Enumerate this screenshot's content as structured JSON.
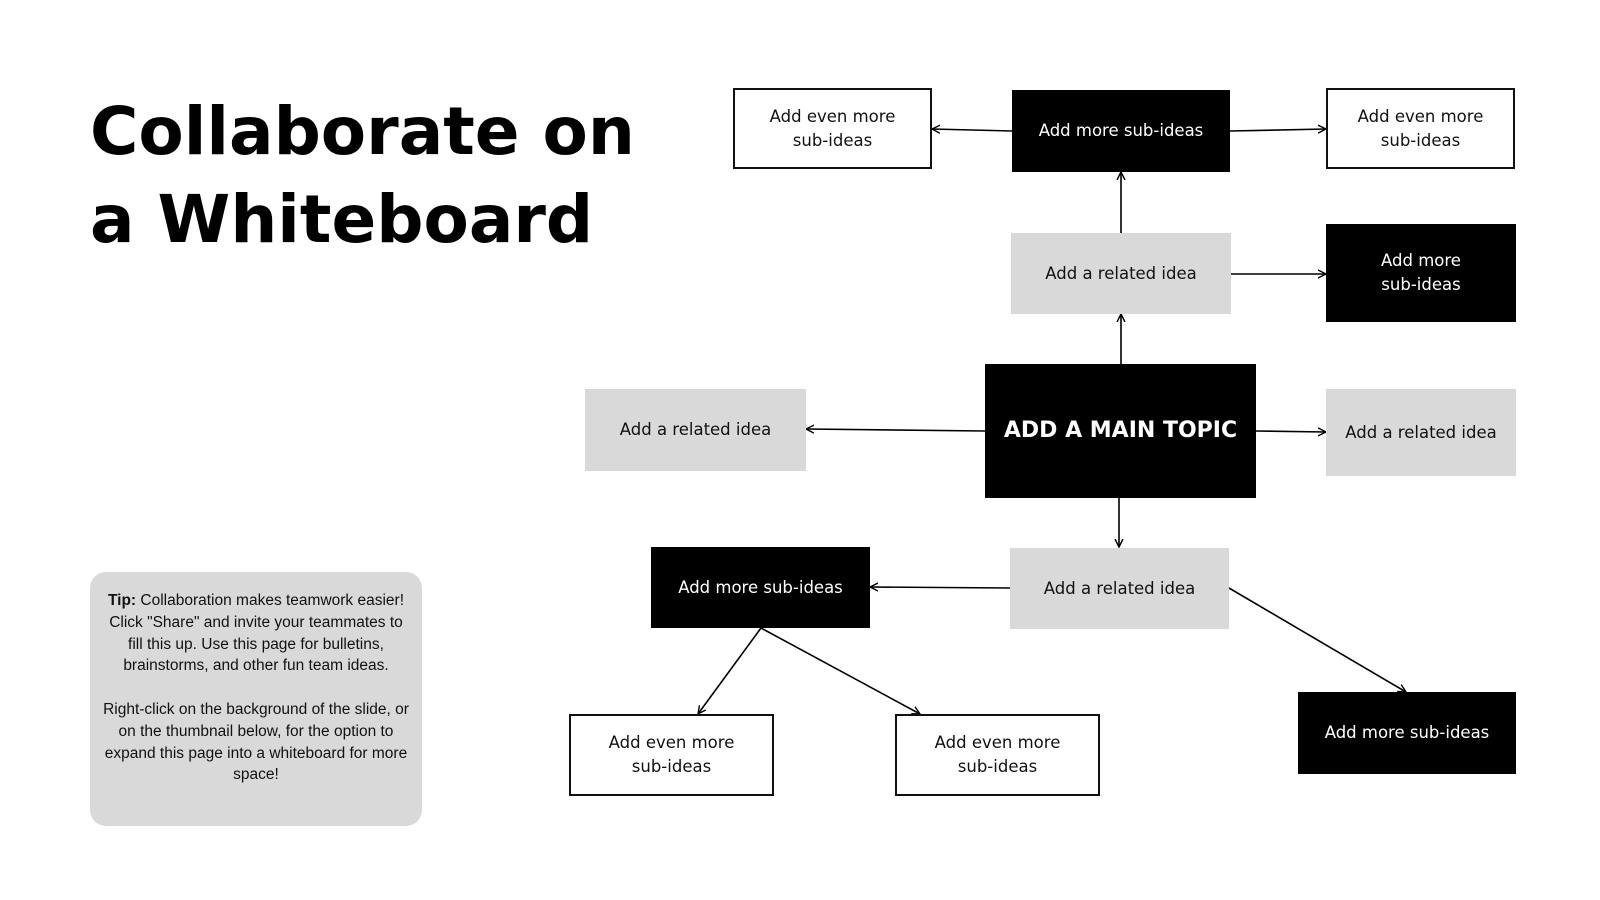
{
  "title": {
    "line1": "Collaborate on",
    "line2": "a Whiteboard"
  },
  "tip": {
    "label": "Tip:",
    "text1": " Collaboration makes teamwork easier! Click \"Share\" and invite your teammates to fill this up. Use this page for bulletins, brainstorms, and other fun team ideas.",
    "text2": "Right-click on the background of the slide, or on the thumbnail below, for the option to expand this page into a whiteboard for more space!"
  },
  "colors": {
    "dark": "#000000",
    "light": "#d9d9d9",
    "outline": "#111111"
  },
  "nodes": {
    "main": "ADD A MAIN TOPIC",
    "related_top": "Add a related idea",
    "related_left": "Add a related idea",
    "related_right": "Add a related idea",
    "related_bottom": "Add a related idea",
    "sub_top": "Add more sub-ideas",
    "sub_right": "Add more\nsub-ideas",
    "sub_bottom_left": "Add more sub-ideas",
    "sub_bottom_right": "Add more sub-ideas",
    "even_top_left": "Add even more\nsub-ideas",
    "even_top_right": "Add even more\nsub-ideas",
    "even_bottom_left": "Add even more\nsub-ideas",
    "even_bottom_mid": "Add even more\nsub-ideas"
  }
}
